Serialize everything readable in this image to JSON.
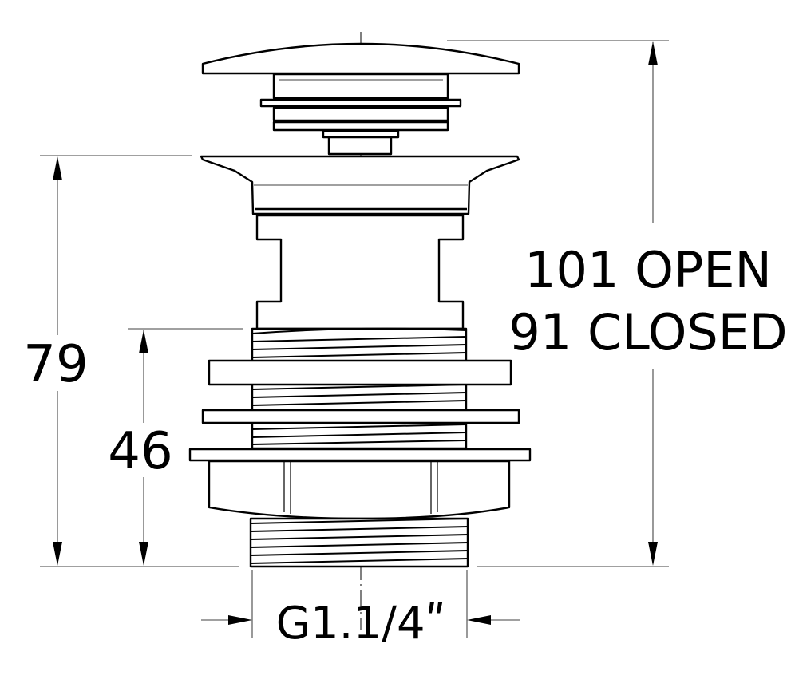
{
  "dimensions": {
    "overall_height": "79",
    "thread_length": "46",
    "height_open": "101 OPEN",
    "height_closed": "91 CLOSED",
    "thread_size": "G1.1/4ʺ"
  },
  "colors": {
    "line": "#000000",
    "background": "#ffffff"
  }
}
